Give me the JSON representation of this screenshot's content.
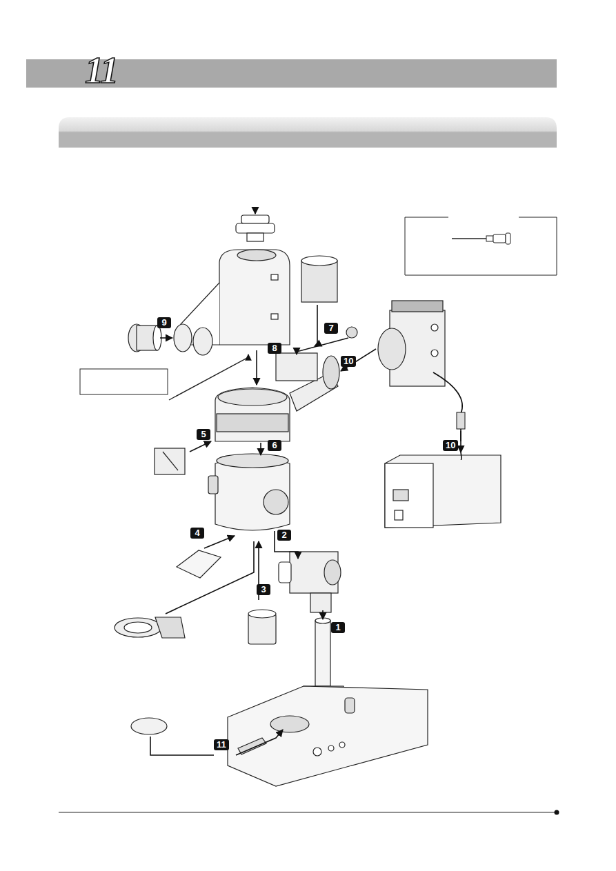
{
  "diagram": {
    "labels": [
      "11",
      "9",
      "8",
      "7",
      "10",
      "10",
      "5",
      "6",
      "4",
      "2",
      "3",
      "1",
      "11"
    ]
  }
}
